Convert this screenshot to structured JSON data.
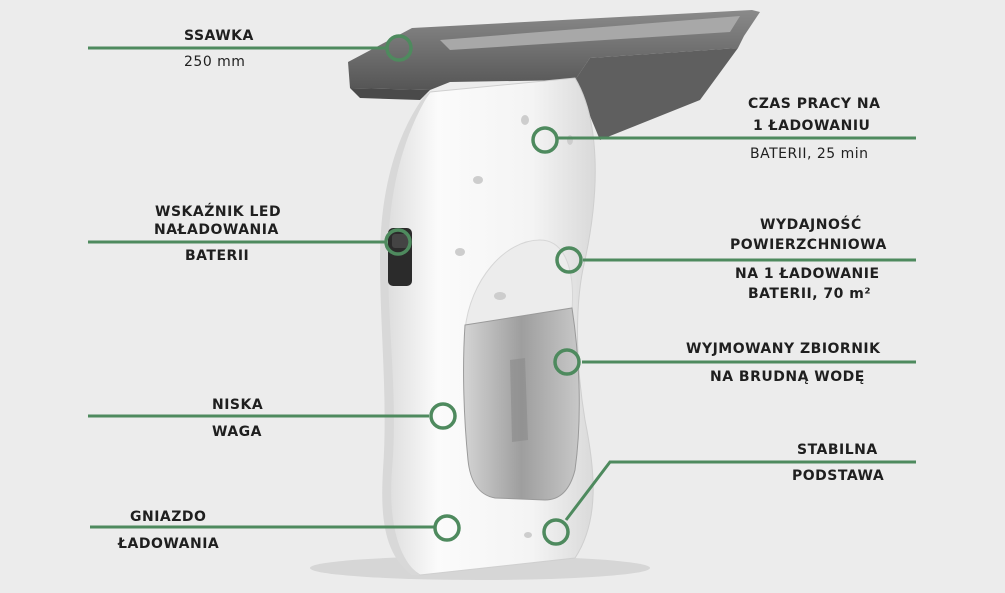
{
  "colors": {
    "background": "#ececec",
    "accent_line": "#4e8a5e",
    "device_body": "#f7f7f7",
    "device_shadow": "#d2d2d2",
    "squeegee": "#6b6b6b",
    "tank": "#b9b9b9",
    "text": "#1f1f1f"
  },
  "features": {
    "nozzle": {
      "l1": "SSAWKA",
      "l2": "250 mm"
    },
    "runtime": {
      "l1": "CZAS PRACY NA",
      "l2": "1 ŁADOWANIU",
      "l3": "BATERII, 25 min"
    },
    "led": {
      "l1": "WSKAŹNIK LED",
      "l2": "NAŁADOWANIA",
      "l3": "BATERII"
    },
    "surface": {
      "l1": "WYDAJNOŚĆ",
      "l2": "POWIERZCHNIOWA",
      "l3": "NA 1 ŁADOWANIE",
      "l4": "BATERII, 70 m²"
    },
    "tank": {
      "l1": "WYJMOWANY ZBIORNIK",
      "l2": "NA BRUDNĄ WODĘ"
    },
    "weight": {
      "l1": "NISKA",
      "l2": "WAGA"
    },
    "base": {
      "l1": "STABILNA",
      "l2": "PODSTAWA"
    },
    "socket": {
      "l1": "GNIAZDO",
      "l2": "ŁADOWANIA"
    }
  }
}
